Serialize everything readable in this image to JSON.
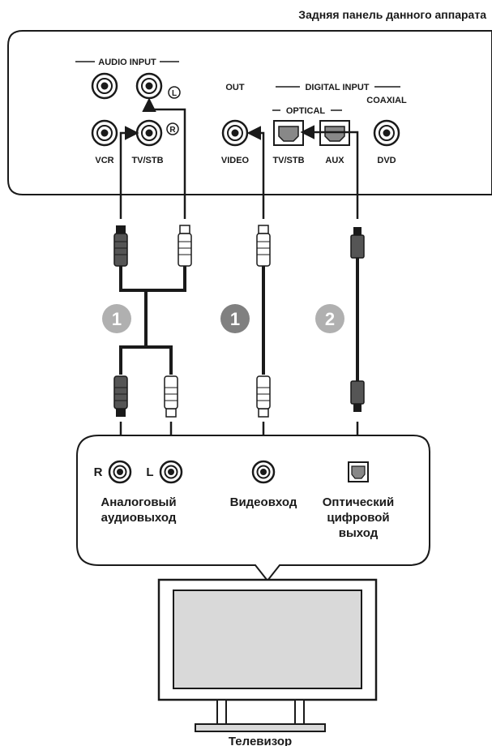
{
  "header_title": "Задняя панель данного аппарата",
  "unit_panel": {
    "audio_input_label": "AUDIO INPUT",
    "digital_input_label": "DIGITAL INPUT",
    "optical_label": "OPTICAL",
    "coaxial_label": "COAXIAL",
    "out_label": "OUT",
    "jack_labels": [
      "VCR",
      "TV/STB",
      "VIDEO",
      "TV/STB",
      "AUX",
      "DVD"
    ],
    "channel_left": "L",
    "channel_right": "R"
  },
  "steps": [
    {
      "number": "1",
      "color": "#b0b0b0"
    },
    {
      "number": "1",
      "color": "#808080"
    },
    {
      "number": "2",
      "color": "#b0b0b0"
    }
  ],
  "tv_panel": {
    "channel_right": "R",
    "channel_left": "L",
    "analog_output_line1": "Аналоговый",
    "analog_output_line2": "аудиовыход",
    "video_input": "Видеовход",
    "optical_output_line1": "Оптический",
    "optical_output_line2": "цифровой",
    "optical_output_line3": "выход"
  },
  "tv_label": "Телевизор",
  "colors": {
    "line": "#1a1a1a",
    "plug_dark": "#555555",
    "plug_light": "#ffffff",
    "tv_screen": "#d9d9d9"
  }
}
